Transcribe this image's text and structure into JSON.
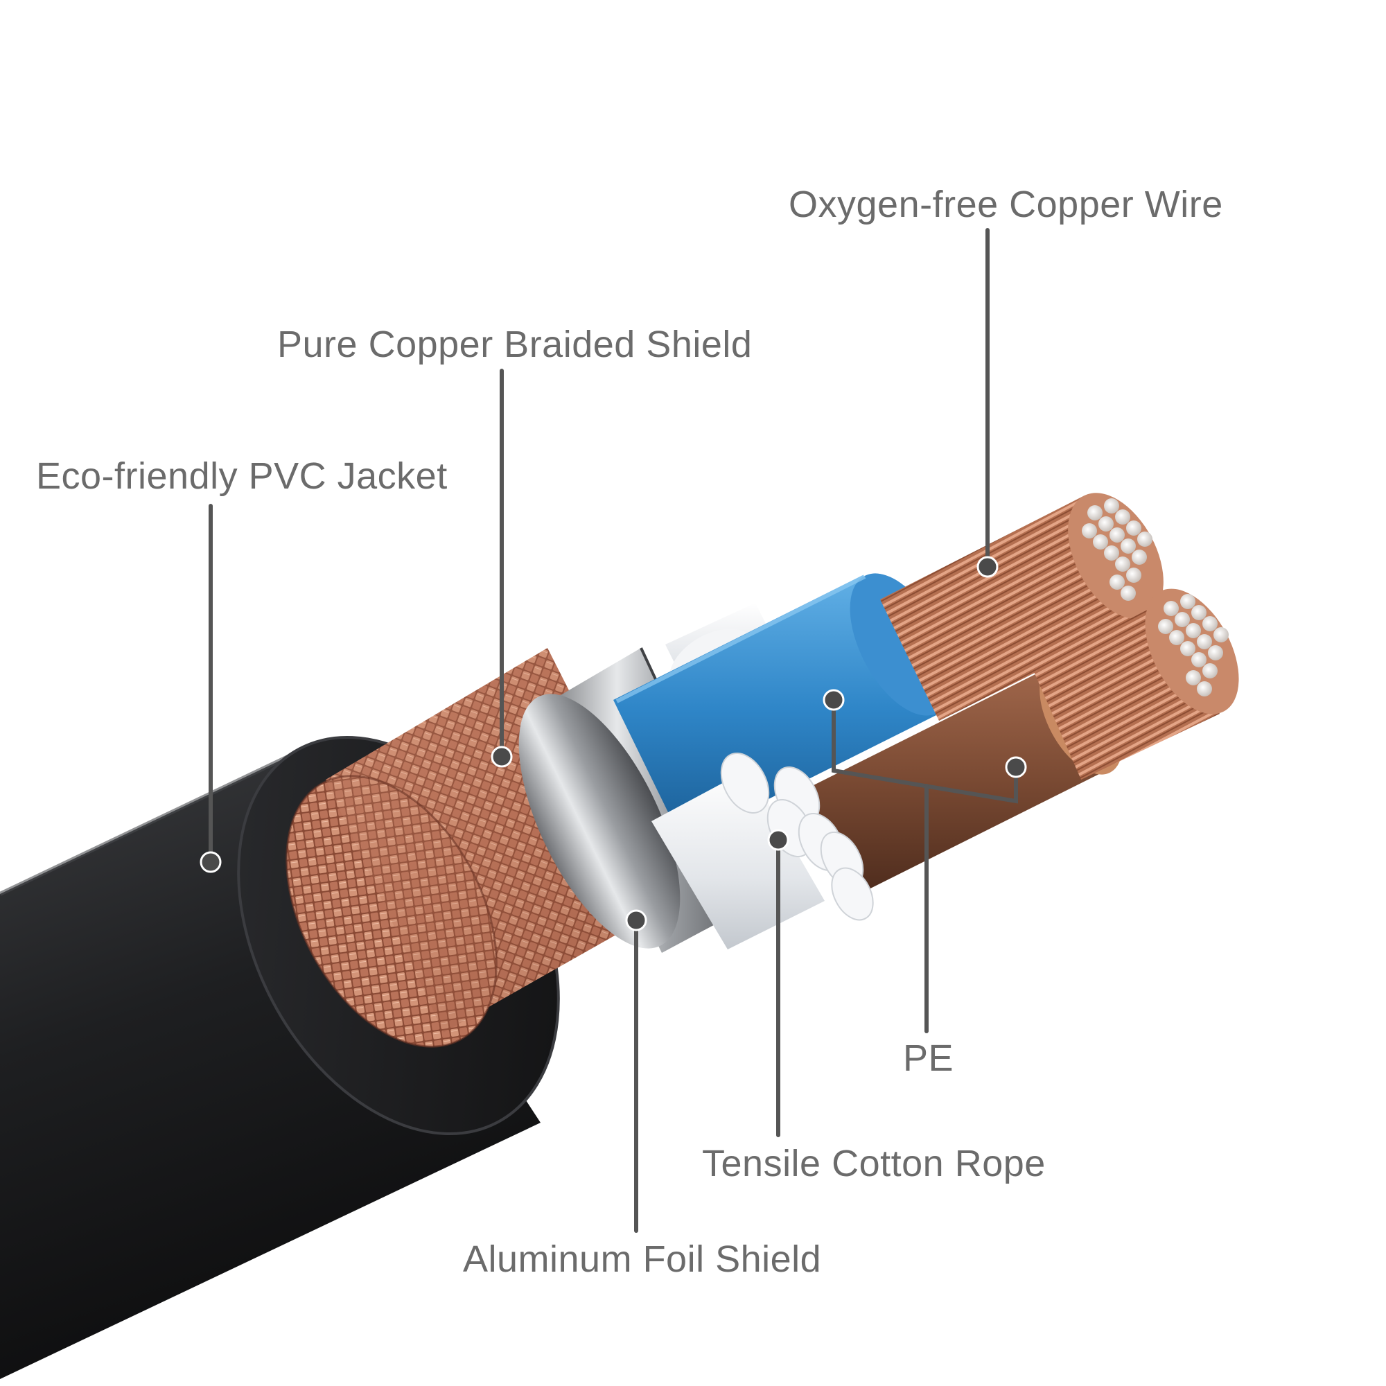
{
  "labels": {
    "oxygen_free_copper_wire": "Oxygen-free Copper Wire",
    "pure_copper_braided_shield": "Pure Copper Braided Shield",
    "eco_friendly_pvc_jacket": "Eco-friendly PVC Jacket",
    "pe": "PE",
    "tensile_cotton_rope": "Tensile Cotton Rope",
    "aluminum_foil_shield": "Aluminum Foil Shield"
  },
  "colors": {
    "label_text": "#6b6b6b",
    "leader_line": "#555555",
    "jacket": "#1e1f21",
    "copper_braid": "#b8735a",
    "aluminum_foil": "#a9abae",
    "blue_insulation": "#2f86c8",
    "brown_insulation": "#7a4a33",
    "copper_strands": "#c8805e",
    "cotton_rope": "#eef0f2"
  }
}
